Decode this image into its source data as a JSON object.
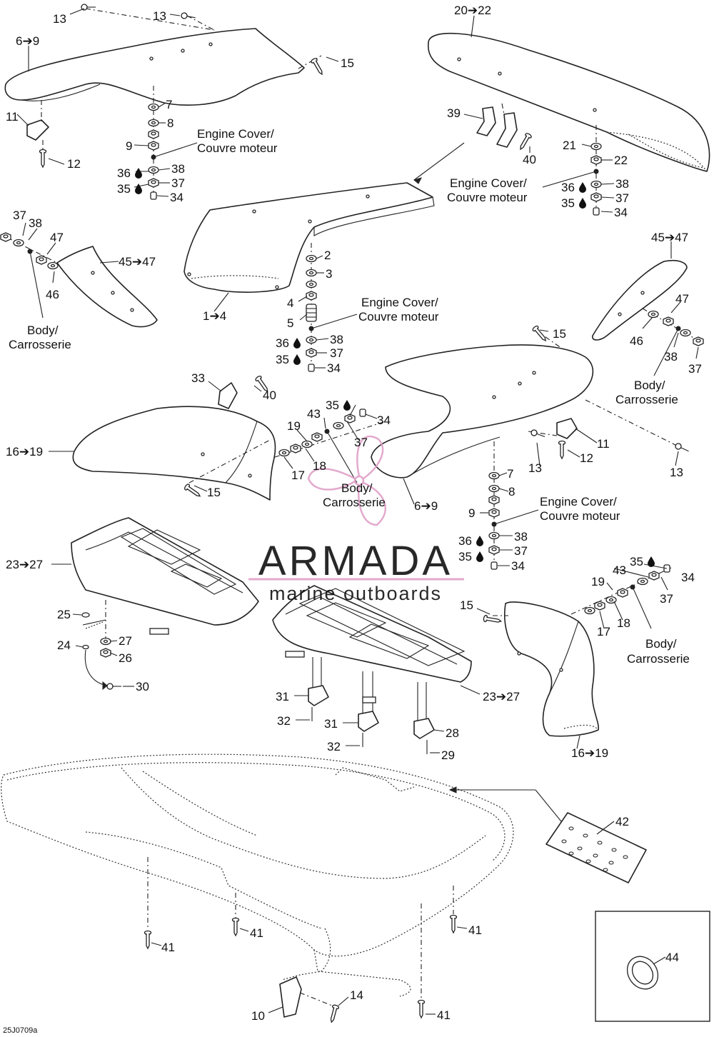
{
  "labels": {
    "l13a": "13",
    "l13b": "13",
    "l6_9a": "6➔9",
    "l15a": "15",
    "l11a": "11",
    "l12a": "12",
    "l7a": "7",
    "l8a": "8",
    "l9a": "9",
    "l38a": "38",
    "l36a": "36",
    "l37a": "37",
    "l35a": "35",
    "l34a": "34",
    "l20_22": "20➔22",
    "l39": "39",
    "l40a": "40",
    "l21": "21",
    "l22": "22",
    "l38b": "38",
    "l36b": "36",
    "l37b": "37",
    "l35b": "35",
    "l34b": "34",
    "l37c": "37",
    "l38c": "38",
    "l47a": "47",
    "l45_47a": "45➔47",
    "l46a": "46",
    "l1_4": "1➔4",
    "l2": "2",
    "l3": "3",
    "l4": "4",
    "l5": "5",
    "l38d": "38",
    "l36c": "36",
    "l37d": "37",
    "l35c": "35",
    "l34c": "34",
    "l45_47b": "45➔47",
    "l47b": "47",
    "l46b": "46",
    "l38e": "38",
    "l37e": "37",
    "l15b": "15",
    "l33": "33",
    "l40b": "40",
    "l16_19a": "16➔19",
    "l15c": "15",
    "l35d": "35",
    "l34d": "34",
    "l43a": "43",
    "l19a": "19",
    "l37f": "37",
    "l17a": "17",
    "l18a": "18",
    "l6_9b": "6➔9",
    "l11b": "11",
    "l12b": "12",
    "l13c": "13",
    "l13d": "13",
    "l7b": "7",
    "l8b": "8",
    "l9b": "9",
    "l38f": "38",
    "l36d": "36",
    "l37g": "37",
    "l35e": "35",
    "l34e": "34",
    "l23_27a": "23➔27",
    "l25": "25",
    "l27": "27",
    "l24": "24",
    "l26": "26",
    "l30": "30",
    "l35f": "35",
    "l34f": "34",
    "l43b": "43",
    "l19b": "19",
    "l37h": "37",
    "l15d": "15",
    "l17b": "17",
    "l18b": "18",
    "l16_19b": "16➔19",
    "l31a": "31",
    "l32a": "32",
    "l31b": "31",
    "l32b": "32",
    "l28": "28",
    "l29": "29",
    "l23_27b": "23➔27",
    "l42": "42",
    "l44": "44",
    "l41a": "41",
    "l41b": "41",
    "l41c": "41",
    "l41d": "41",
    "l14": "14",
    "l10": "10",
    "ref": "25J0709a"
  },
  "callouts": {
    "engine_cover_1": [
      "Engine Cover/",
      "Couvre moteur"
    ],
    "engine_cover_2": [
      "Engine Cover/",
      "Couvre moteur"
    ],
    "engine_cover_3": [
      "Engine Cover/",
      "Couvre moteur"
    ],
    "engine_cover_4": [
      "Engine Cover/",
      "Couvre moteur"
    ],
    "body_1": [
      "Body/",
      "Carrosserie"
    ],
    "body_2": [
      "Body/",
      "Carrosserie"
    ],
    "body_3": [
      "Body/",
      "Carrosserie"
    ],
    "body_4": [
      "Body/",
      "Carrosserie"
    ]
  },
  "watermark": {
    "brand": "ARMADA",
    "tagline": "marine outboards",
    "accent": "#e0a0c8",
    "text_color": "#8c8c8c"
  },
  "icons": {
    "oil_drop": "drop-icon",
    "propeller": "propeller-logo"
  }
}
